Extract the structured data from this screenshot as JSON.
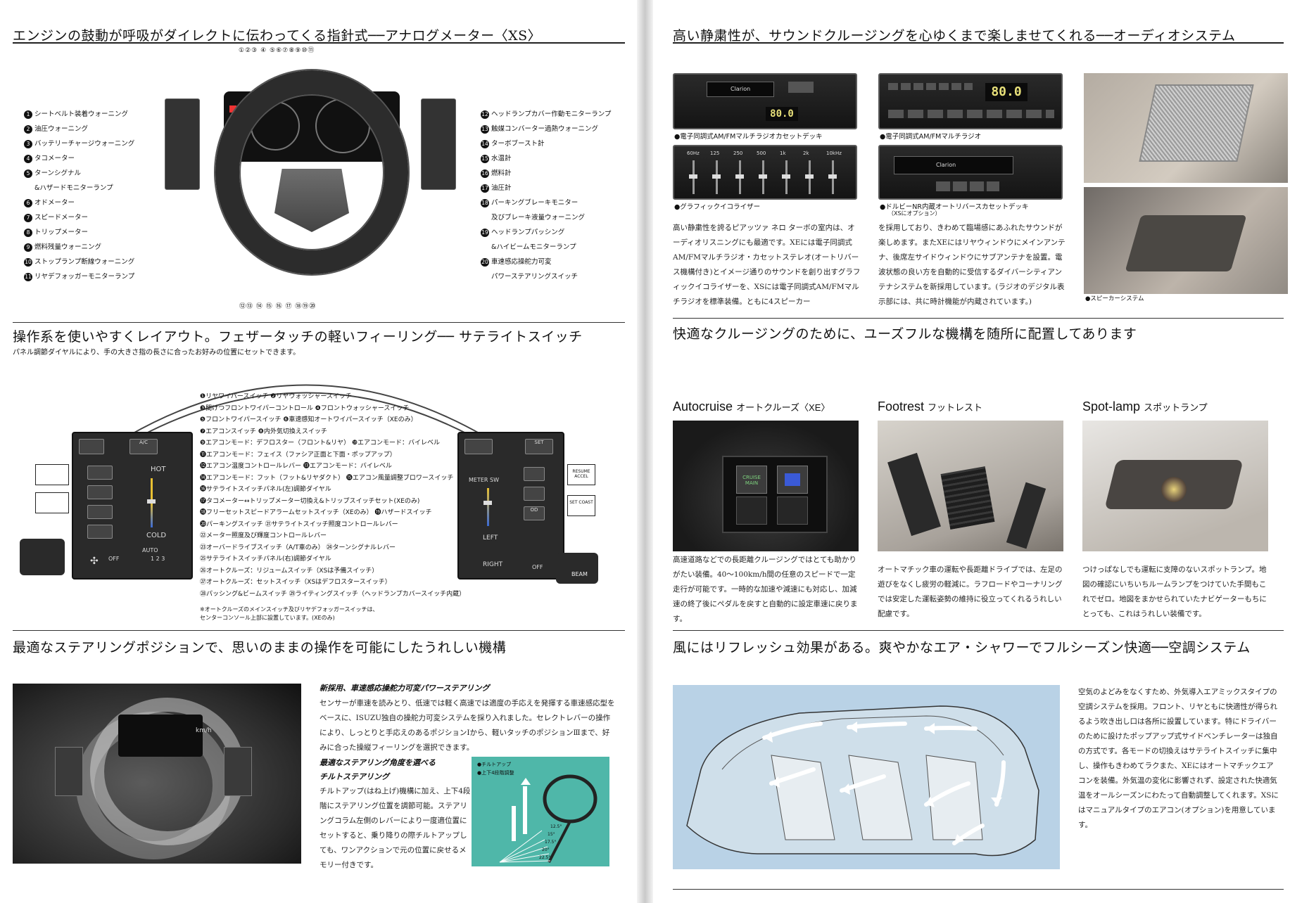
{
  "left": {
    "section1": {
      "title": "エンジンの鼓動が呼吸がダイレクトに伝わってくる指針式──アナログメーター〈XS〉",
      "left_items": [
        {
          "n": "1",
          "label": "シートベルト装着ウォーニング"
        },
        {
          "n": "2",
          "label": "油圧ウォーニング"
        },
        {
          "n": "3",
          "label": "バッテリーチャージウォーニング"
        },
        {
          "n": "4",
          "label": "タコメーター"
        },
        {
          "n": "5",
          "label": "ターンシグナル"
        },
        {
          "n": "",
          "label": "&ハザードモニターランプ"
        },
        {
          "n": "6",
          "label": "オドメーター"
        },
        {
          "n": "7",
          "label": "スピードメーター"
        },
        {
          "n": "8",
          "label": "トリップメーター"
        },
        {
          "n": "9",
          "label": "燃料残量ウォーニング"
        },
        {
          "n": "10",
          "label": "ストップランプ断線ウォーニング"
        },
        {
          "n": "11",
          "label": "リヤデフォッガーモニターランプ"
        }
      ],
      "right_items": [
        {
          "n": "12",
          "label": "ヘッドランプカバー作動モニターランプ"
        },
        {
          "n": "13",
          "label": "触媒コンバーター過熱ウォーニング"
        },
        {
          "n": "14",
          "label": "ターボブースト計"
        },
        {
          "n": "15",
          "label": "水温計"
        },
        {
          "n": "16",
          "label": "燃料計"
        },
        {
          "n": "17",
          "label": "油圧計"
        },
        {
          "n": "18",
          "label": "パーキングブレーキモニター"
        },
        {
          "n": "",
          "label": "及びブレーキ液量ウォーニング"
        },
        {
          "n": "19",
          "label": "ヘッドランプパッシング"
        },
        {
          "n": "",
          "label": "&ハイビームモニターランプ"
        },
        {
          "n": "20",
          "label": "車速感応操舵力可変"
        },
        {
          "n": "",
          "label": "パワーステアリングスイッチ"
        }
      ],
      "top_callouts": "①②③  ④  ⑤⑥⑦⑧⑨⑩⑪",
      "bottom_callouts": "⑫⑬ ⑭ ⑮ ⑯ ⑰ ⑱⑲⑳"
    },
    "section2": {
      "title": "操作系を使いやすくレイアウト。フェザータッチの軽いフィーリング── サテライトスイッチ",
      "subtitle": "パネル調節ダイヤルにより、手の大きさ指の長さに合ったお好みの位置にセットできます。",
      "items": [
        "❶リヤワイパースイッチ ❷リヤウォッシャースイッチ",
        "❸間けつフロントワイパーコントロール ❹フロントウォッシャースイッチ",
        "❺フロントワイパースイッチ ❻車速感知オートワイパースイッチ（XEのみ）",
        "❼エアコンスイッチ ❽内外気切換えスイッチ",
        "❾エアコンモード：デフロスター（フロント&リヤ） ❿エアコンモード：バイレベル",
        "⓫エアコンモード：フェイス（ファシア正面と下面・ポップアップ）",
        "⓬エアコン温度コントロールレバー ⓭エアコンモード：バイレベル",
        "⓮エアコンモード：フット（フット&リヤダクト） ⓯エアコン風量調整ブロワースイッチ",
        "⓰サテライトスイッチパネル(左)調節ダイヤル",
        "⓱タコメーター↔トリップメーター切換え&トリップスイッチセット(XEのみ)",
        "⓲フリーセットスピードアラームセットスイッチ（XEのみ） ⓳ハザードスイッチ",
        "⓴パーキングスイッチ ㉑サテライトスイッチ照度コントロールレバー",
        "㉒メーター照度及び輝度コントロールレバー",
        "㉓オーバードライブスイッチ（A/T車のみ） ㉔ターンシグナルレバー",
        "㉕サテライトスイッチパネル(右)調節ダイヤル",
        "㉖オートクルーズ：リジュームスイッチ（XSは予備スイッチ）",
        "㉗オートクルーズ：セットスイッチ（XSはデフロスタースイッチ）",
        "㉘パッシング&ビームスイッチ ㉙ライティングスイッチ（ヘッドランプカバースイッチ内蔵）"
      ],
      "footnote1": "※オートクルーズのメインスイッチ及びリヤデフォッガースイッチは、",
      "footnote2": "センターコンソール上部に設置しています。(XEのみ)",
      "panel_labels": {
        "ac": "A/C",
        "hot": "HOT",
        "cold": "COLD",
        "auto": "AUTO",
        "off": "OFF",
        "fan": "1 2 3",
        "meter_sw": "METER SW",
        "set": "SET",
        "left": "LEFT",
        "right": "RIGHT",
        "off2": "OFF",
        "beam": "BEAM",
        "od": "OD",
        "resume": "RESUME ACCEL",
        "coast": "SET COAST"
      }
    },
    "section3": {
      "title": "最適なステアリングポジションで、思いのままの操作を可能にしたうれしい機構",
      "power_steering_title": "新採用、車速感応操舵力可変パワーステアリング",
      "power_steering_text": "センサーが車速を読みとり、低速では軽く高速では適度の手応えを発揮する車速感応型をベースに、ISUZU独自の操舵力可変システムを採り入れました。セレクトレバーの操作により、しっとりと手応えのあるポジションⅠから、軽いタッチのポジションⅢまで、好みに合った操縦フィーリングを選択できます。",
      "tilt_title_1": "最適なステアリング角度を選べる",
      "tilt_title_2": "チルトステアリング",
      "tilt_text": "チルトアップ(はね上げ)機構に加え、上下4段階にステアリング位置を調節可能。ステアリングコラム左側のレバーにより一度適位置にセットすると、乗り降りの際チルトアップしても、ワンアクションで元の位置に戻せるメモリー付きです。",
      "diagram_label_1": "●チルトアップ",
      "diagram_label_2": "●上下4段階調整",
      "angles": [
        "12.5°",
        "15°",
        "17.5°",
        "20°",
        "22.5°"
      ],
      "photo_readout": "km/h"
    }
  },
  "right": {
    "section1": {
      "title": "高い静粛性が、サウンドクルージングを心ゆくまで楽しませてくれる──オーディオシステム",
      "cap1": "●電子同調式AM/FMマルチラジオカセットデッキ",
      "cap2": "●電子同調式AM/FMマルチラジオ",
      "cap3": "●グラフィックイコライザー",
      "cap4": "●ドルビーNR内蔵オートリバースカセットデッキ",
      "cap4_note": "（XSにオプション）",
      "cap5": "●スピーカーシステム",
      "text1": "高い静粛性を誇るピアッツァ ネロ ターボの室内は、オーディオリスニングにも最適です。XEには電子同調式AM/FMマルチラジオ・カセットステレオ(オートリバース機構付き)とイメージ通りのサウンドを創り出すグラフィックイコライザーを、XSには電子同調式AM/FMマルチラジオを標準装備。ともに4スピーカー",
      "text2": "を採用しており、きわめて臨場感にあふれたサウンドが楽しめます。またXEにはリヤウィンドウにメインアンテナ、後席左サイドウィンドウにサブアンテナを設置。電波状態の良い方を自動的に受信するダイバーシティアンテナシステムを新採用しています。(ラジオのデジタル表示部には、共に時計機能が内蔵されています。)",
      "lcd1": "80.0",
      "lcd2": "80.0",
      "brand": "Clarion",
      "eq_bands": [
        "60Hz",
        "125",
        "250",
        "500",
        "1k",
        "2k",
        "10kHz"
      ]
    },
    "section2": {
      "title": "快適なクルージングのために、ユーズフルな機構を随所に配置してあります",
      "items": [
        {
          "en": "Autocruise",
          "ja": "オートクルーズ〈XE〉",
          "text": "高速道路などでの長距離クルージングではとても助かりがたい装備。40〜100km/h間の任意のスピードで一定走行が可能です。一時的な加速や減速にも対応し、加減速の終了後にペダルを戻すと自動的に設定車速に戻ります。"
        },
        {
          "en": "Footrest",
          "ja": "フットレスト",
          "text": "オートマチック車の運転や長距離ドライブでは、左足の遊びをなくし疲労の軽減に。ラフロードやコーナリングでは安定した運転姿勢の維持に役立ってくれるうれしい配慮です。"
        },
        {
          "en": "Spot-lamp",
          "ja": "スポットランプ",
          "text": "つけっぱなしでも運転に支障のないスポットランプ。地図の確認にいちいちルームランプをつけていた手間もこれでゼロ。地図をまかせられていたナビゲーターもちにとっても、これはうれしい装備です。"
        }
      ],
      "cruise_label": "CRUISE MAIN"
    },
    "section3": {
      "title": "風にはリフレッシュ効果がある。爽やかなエア・シャワーでフルシーズン快適──空調システム",
      "text": "空気のよどみをなくすため、外気導入エアミックスタイプの空調システムを採用。フロント、リヤともに快適性が得られるよう吹き出し口は各所に設置しています。特にドライバーのために設けたポップアップ式サイドベンチレーターは独自の方式です。各モードの切換えはサテライトスイッチに集中し、操作もきわめてラクまた、XEにはオートマチックエアコンを装備。外気温の変化に影響されず、設定された快適気温をオールシーズンにわたって自動調整してくれます。XSにはマニュアルタイプのエアコン(オプション)を用意しています。"
    }
  },
  "colors": {
    "sky_blue": "#b9d2e6",
    "teal": "#4fb7a9",
    "warning_red": "#e33",
    "ink": "#111"
  }
}
